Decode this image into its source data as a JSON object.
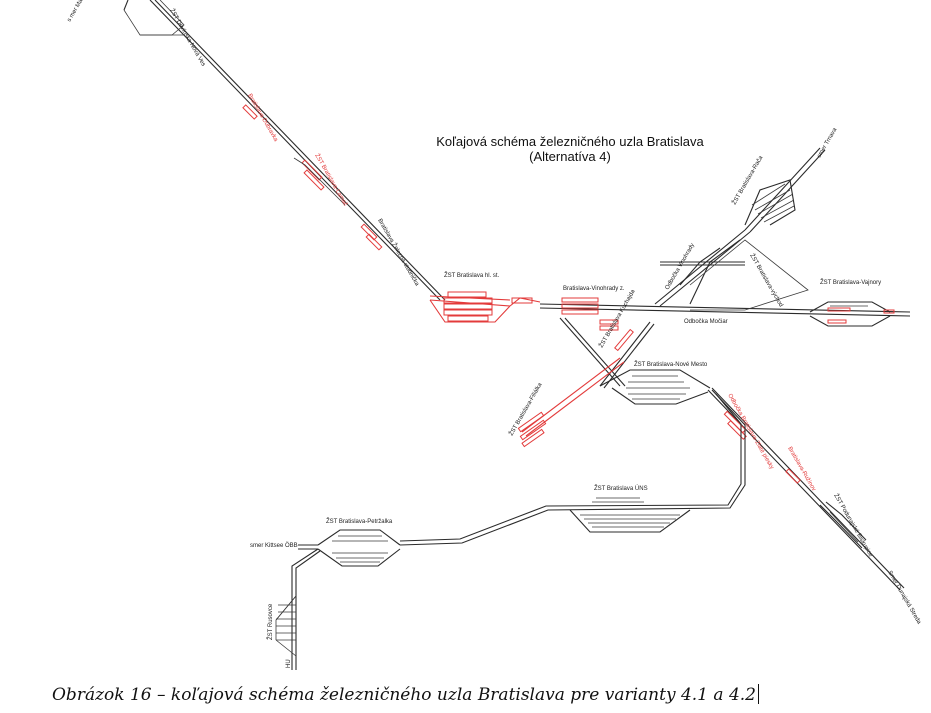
{
  "title": {
    "line1": "Koľajová schéma železničného uzla Bratislava",
    "line2": "(Alternatíva 4)"
  },
  "caption": "Obrázok 16 – koľajová schéma železničného uzla Bratislava pre varianty 4.1 a 4.2",
  "labels": {
    "smer_malacky": "s mer Malacky",
    "zst_devinska_nova_ves": "ŽST Devínska Nová Ves",
    "dubravka_zapad": "Bratislava-Dúbravka",
    "dubravka_mlyn": "ŽST Bratislava-Lamač",
    "lamac": "Bratislava Železná studnička",
    "hl_st": "ŽST Bratislava hl. st.",
    "vinohrady": "Bratislava-Vinohrady z.",
    "odbocka_vinohrady": "Odbočka Vinohrady",
    "rača": "ŽST Bratislava-Rača",
    "smer_trnava": "smer Trnava",
    "vychod": "ŽST Bratislava-východ",
    "vajnory": "ŽST Bratislava-Vajnory",
    "odbocka_mostar": "Odbočka Močiar",
    "kuchajda": "ŽST Bratislava Kuchajda",
    "nove_mesto": "ŽST Bratislava-Nové Mesto",
    "filialka": "ŽST Bratislava-Filiálka",
    "zlate_piesky": "Odbočka Bratislava-Zlaté piesky",
    "ruzinov": "Bratislava-Ružinov",
    "podunajske": "ŽST Podunajské Biskupice",
    "smer_dun_streda": "Smer Dunajská Streda",
    "uns": "ŽST Bratislava ÚNS",
    "petrzalka": "ŽST Bratislava-Petržalka",
    "smer_kittsee": "smer Kittsee ÖBB",
    "rusovce": "ŽST Rusovce",
    "hu": "HU"
  }
}
